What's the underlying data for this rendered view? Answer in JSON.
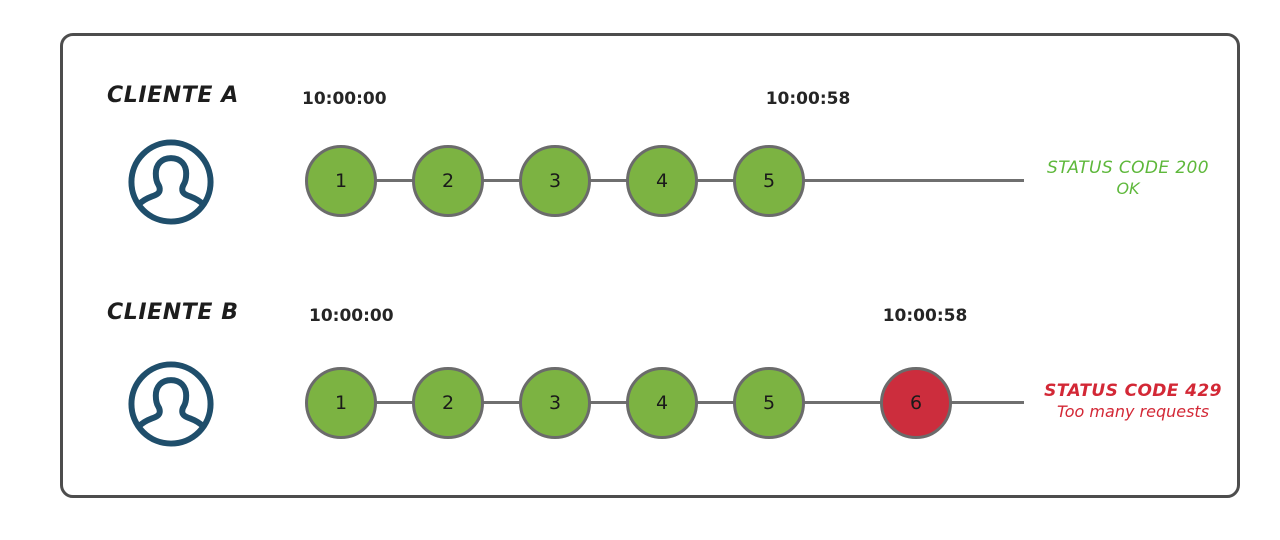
{
  "diagram": {
    "title_visible": false,
    "colors": {
      "frame_border": "#4d4d4d",
      "node_ok_fill": "#7cb342",
      "node_fail_fill": "#cc2d3d",
      "node_border": "#6b6b6b",
      "connector": "#6f6f6f",
      "avatar": "#1f4e6b",
      "status_ok_text": "#5eb83b",
      "status_fail_text": "#d32836",
      "label_text": "#1d1d1d"
    },
    "rows": [
      {
        "id": "cliente-a",
        "label": "CLIENTE A",
        "avatar_icon": "user-avatar-icon",
        "start_time": "10:00:00",
        "end_time": "10:00:58",
        "nodes": [
          {
            "label": "1",
            "state": "ok"
          },
          {
            "label": "2",
            "state": "ok"
          },
          {
            "label": "3",
            "state": "ok"
          },
          {
            "label": "4",
            "state": "ok"
          },
          {
            "label": "5",
            "state": "ok"
          }
        ],
        "status": {
          "code": "STATUS CODE 200",
          "description": "OK",
          "state": "ok"
        }
      },
      {
        "id": "cliente-b",
        "label": "CLIENTE B",
        "avatar_icon": "user-avatar-icon",
        "start_time": "10:00:00",
        "end_time": "10:00:58",
        "nodes": [
          {
            "label": "1",
            "state": "ok"
          },
          {
            "label": "2",
            "state": "ok"
          },
          {
            "label": "3",
            "state": "ok"
          },
          {
            "label": "4",
            "state": "ok"
          },
          {
            "label": "5",
            "state": "ok"
          },
          {
            "label": "6",
            "state": "fail"
          }
        ],
        "status": {
          "code": "STATUS CODE 429",
          "description": "Too many requests",
          "state": "fail"
        }
      }
    ]
  }
}
